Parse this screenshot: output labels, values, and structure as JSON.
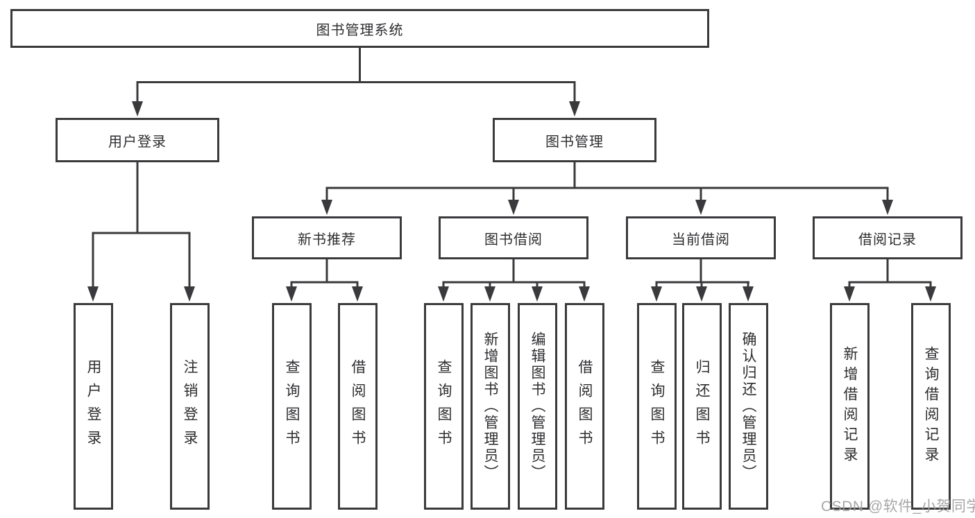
{
  "tree": {
    "label": "图书管理系统",
    "children": [
      {
        "label": "用户登录",
        "children": [
          {
            "label": "用户登录"
          },
          {
            "label": "注销登录"
          }
        ]
      },
      {
        "label": "图书管理",
        "children": [
          {
            "label": "新书推荐",
            "children": [
              {
                "label": "查询图书"
              },
              {
                "label": "借阅图书"
              }
            ]
          },
          {
            "label": "图书借阅",
            "children": [
              {
                "label": "查询图书"
              },
              {
                "label": "新增图书（管理员）"
              },
              {
                "label": "编辑图书（管理员）"
              },
              {
                "label": "借阅图书"
              }
            ]
          },
          {
            "label": "当前借阅",
            "children": [
              {
                "label": "查询图书"
              },
              {
                "label": "归还图书"
              },
              {
                "label": "确认归还（管理员）"
              }
            ]
          },
          {
            "label": "借阅记录",
            "children": [
              {
                "label": "新增借阅记录"
              },
              {
                "label": "查询借阅记录"
              }
            ]
          }
        ]
      }
    ]
  },
  "watermark": "CSDN @软件_小贺同学",
  "colors": {
    "line": "#3a3a3d",
    "text": "#2d2d30",
    "watermark": "#9e9e9e",
    "background": "#ffffff"
  }
}
